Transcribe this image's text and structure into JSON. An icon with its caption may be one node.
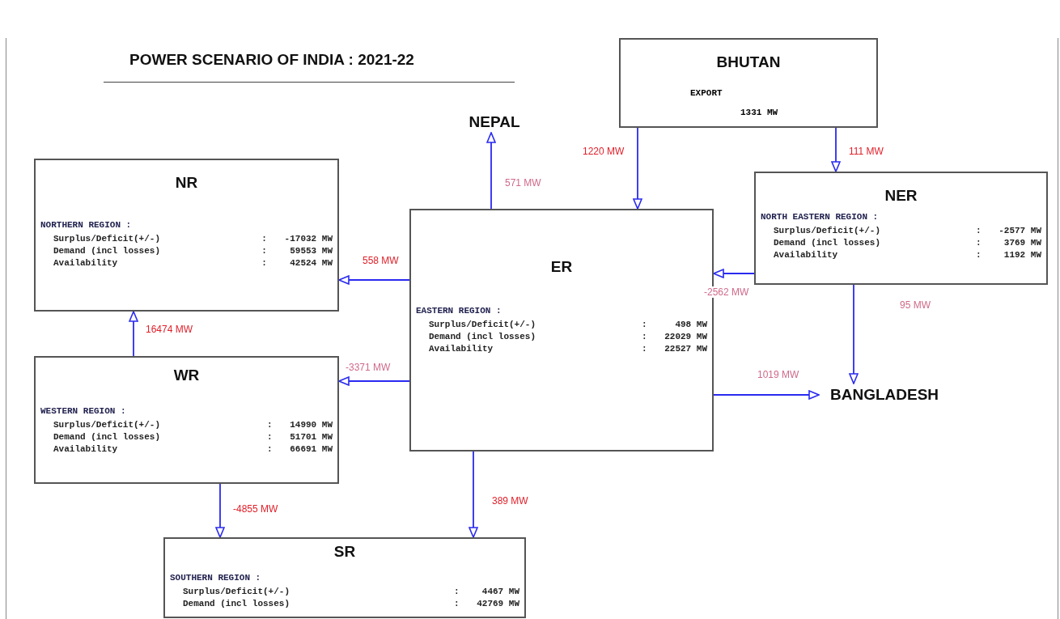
{
  "diagram": {
    "title": "POWER SCENARIO OF INDIA : 2021-22",
    "nodes": [
      {
        "text": [
          "BHUTAN",
          "EXPORT",
          "1331 MW"
        ]
      },
      {
        "text": [
          "NEPAL"
        ]
      },
      {
        "text": [
          "NR",
          "NORTHERN REGION :",
          "Surplus/Deficit(+/-)",
          ":",
          "-17032 MW",
          "Demand (incl losses)",
          ":",
          "59553 MW",
          "Availability",
          ":",
          "42524 MW"
        ]
      },
      {
        "text": [
          "ER",
          "EASTERN REGION :",
          "Surplus/Deficit(+/-)",
          ":",
          "498 MW",
          "Demand (incl losses)",
          ":",
          "22029 MW",
          "Availability",
          ":",
          "22527 MW"
        ]
      },
      {
        "text": [
          "NER",
          "NORTH EASTERN REGION :",
          "Surplus/Deficit(+/-)",
          ":",
          "-2577 MW",
          "Demand (incl losses)",
          ":",
          "3769 MW",
          "Availability",
          ":",
          "1192 MW"
        ]
      },
      {
        "text": [
          "WR",
          "WESTERN REGION :",
          "Surplus/Deficit(+/-)",
          ":",
          "14990 MW",
          "Demand (incl losses)",
          ":",
          "51701 MW",
          "Availability",
          ":",
          "66691 MW"
        ]
      },
      {
        "text": [
          "BANGLADESH"
        ]
      },
      {
        "text": [
          "SR",
          "SOUTHERN REGION :",
          "Surplus/Deficit(+/-)",
          ":",
          "4467 MW",
          "Demand (incl losses)",
          ":",
          "42769 MW"
        ]
      }
    ],
    "edges": [
      {
        "from": 3,
        "to": 1,
        "arrow": "to",
        "label": "571 MW"
      },
      {
        "from": 0,
        "to": 3,
        "arrow": "to",
        "label": "1220 MW"
      },
      {
        "from": 0,
        "to": 4,
        "arrow": "to",
        "label": "111 MW"
      },
      {
        "from": 4,
        "to": 3,
        "arrow": "to",
        "label": "-2562 MW"
      },
      {
        "from": 4,
        "to": 6,
        "arrow": "to",
        "label": "95 MW"
      },
      {
        "from": 3,
        "to": 6,
        "arrow": "to",
        "label": "1019 MW"
      },
      {
        "from": 3,
        "to": 2,
        "arrow": "to",
        "label": "558 MW"
      },
      {
        "from": 3,
        "to": 5,
        "arrow": "to",
        "label": "-3371 MW"
      },
      {
        "from": 5,
        "to": 2,
        "arrow": "to",
        "label": "16474 MW"
      },
      {
        "from": 5,
        "to": 7,
        "arrow": "to",
        "label": "-4855 MW"
      },
      {
        "from": 3,
        "to": 7,
        "arrow": "to",
        "label": "389 MW"
      }
    ]
  }
}
